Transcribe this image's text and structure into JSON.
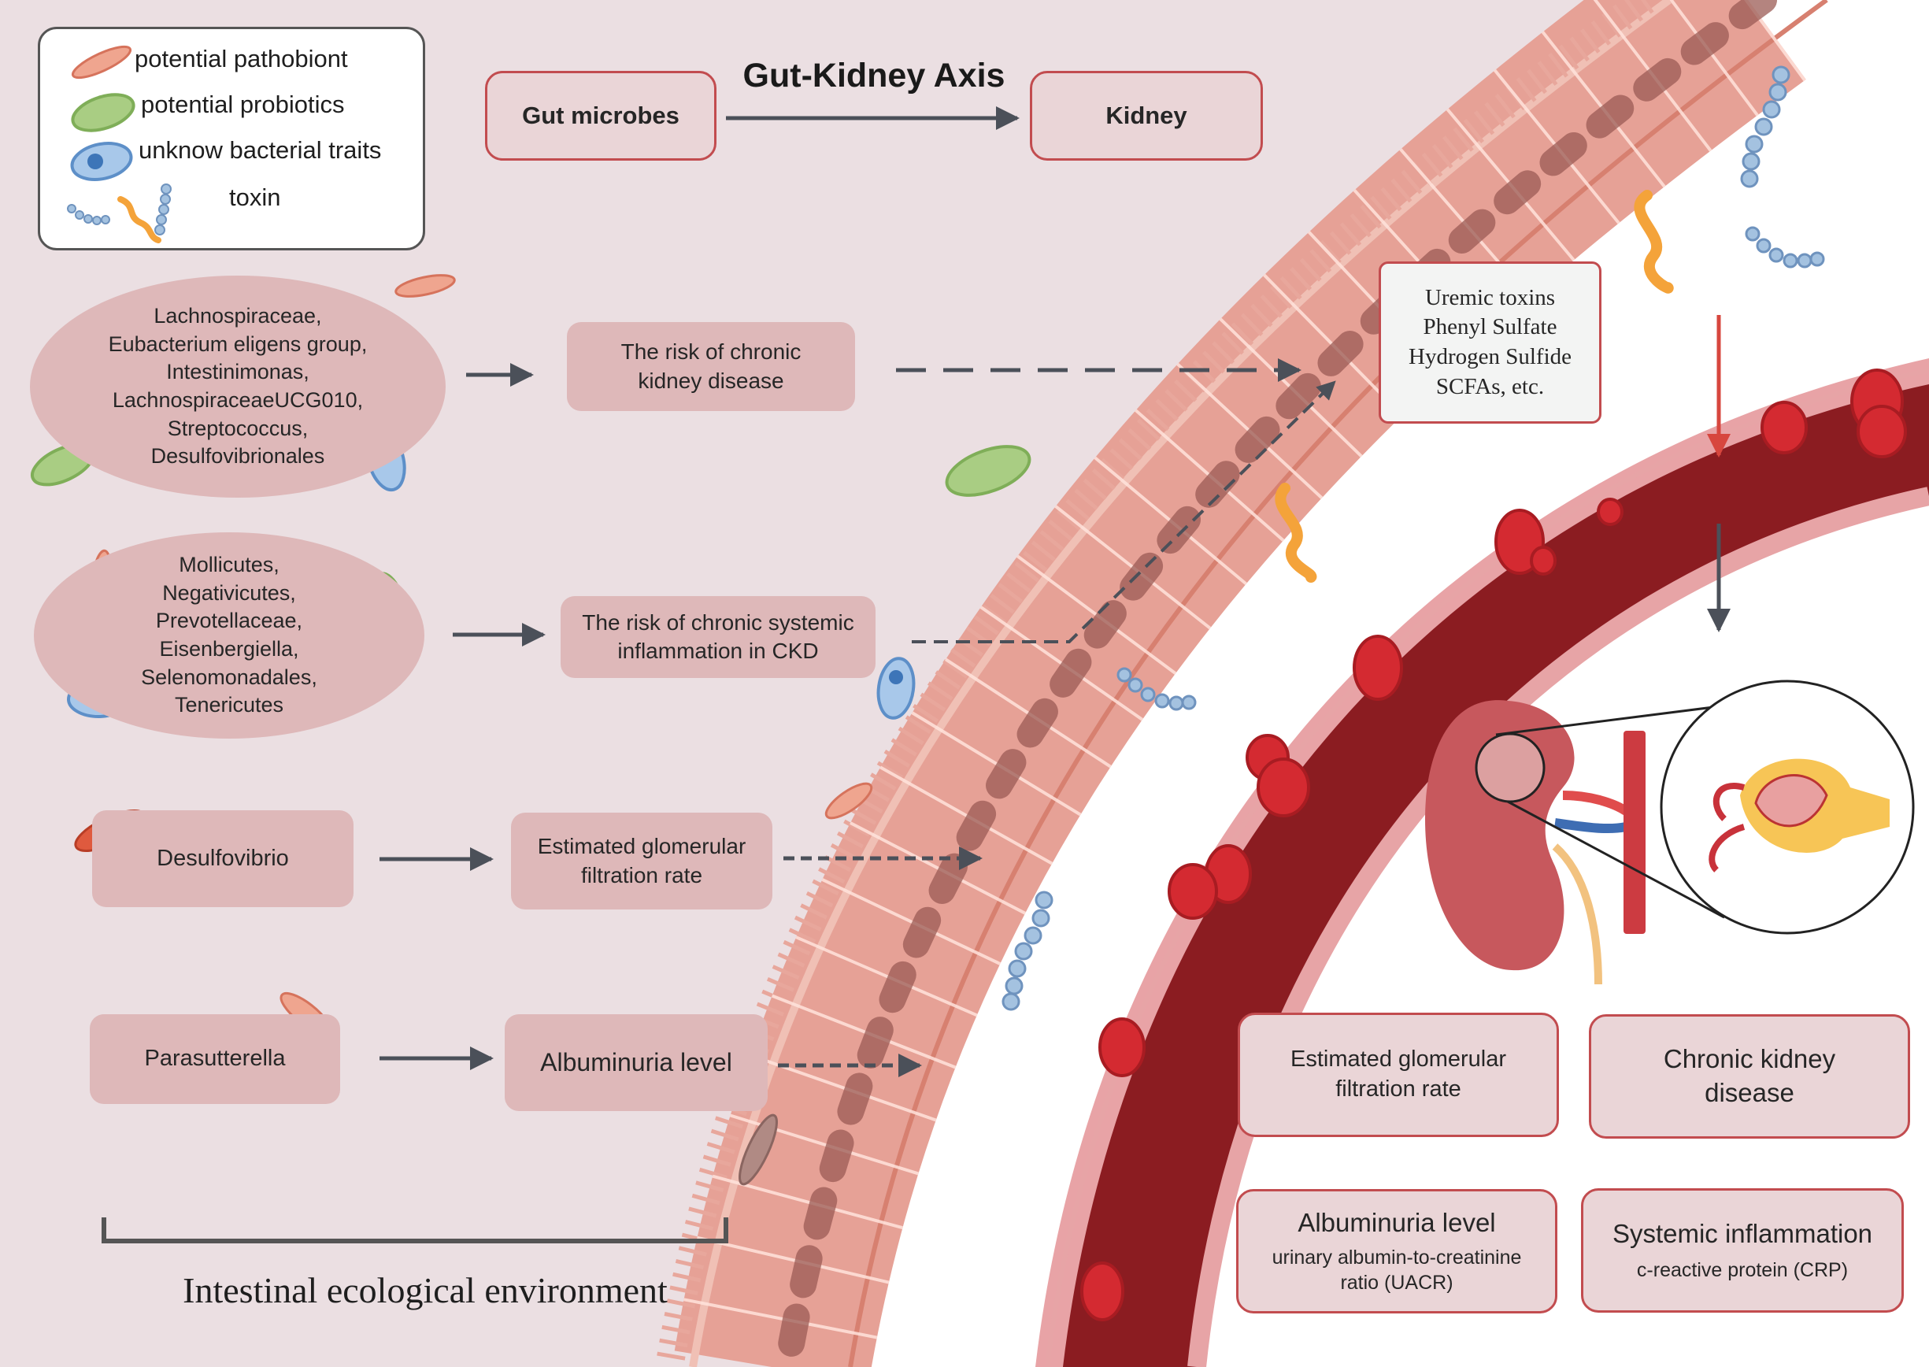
{
  "title": "Gut-Kidney Axis",
  "legend": {
    "items": [
      {
        "label": "potential pathobiont",
        "icon": "rod-bacterium-icon"
      },
      {
        "label": "potential probiotics",
        "icon": "green-bacterium-icon"
      },
      {
        "label": "unknow bacterial traits",
        "icon": "blue-cell-icon"
      },
      {
        "label": "toxin",
        "icon": "toxin-chain-icon"
      }
    ]
  },
  "header_boxes": {
    "gut": "Gut microbes",
    "kidney": "Kidney"
  },
  "groups": [
    {
      "taxa": "Lachnospiraceae,\nEubacterium eligens group,\nIntestinimonas,\nLachnospiraceaeUCG010,\nStreptococcus,\nDesulfovibrionales",
      "outcome": "The risk of chronic\nkidney disease"
    },
    {
      "taxa": "Mollicutes,\nNegativicutes,\nPrevotellaceae,\nEisenbergiella,\nSelenomonadales,\nTenericutes",
      "outcome": "The risk of  chronic systemic\ninflammation in CKD"
    },
    {
      "taxa": "Desulfovibrio",
      "outcome": "Estimated glomerular\nfiltration rate"
    },
    {
      "taxa": "Parasutterella",
      "outcome": "Albuminuria level"
    }
  ],
  "toxins_box": "Uremic toxins\nPhenyl Sulfate\nHydrogen Sulfide\nSCFAs, etc.",
  "kidney_outcomes": [
    {
      "title": "Estimated glomerular\nfiltration rate",
      "subtitle": ""
    },
    {
      "title": "Chronic kidney\ndisease",
      "subtitle": ""
    },
    {
      "title": "Albuminuria level",
      "subtitle": "urinary albumin-to-creatinine\nratio (UACR)"
    },
    {
      "title": "Systemic inflammation",
      "subtitle": "c-reactive protein (CRP)"
    }
  ],
  "caption": "Intestinal ecological environment",
  "colors": {
    "gut_background": "#ebdfe2",
    "box_pink": "#deb8b9",
    "outline_red": "#c24c4f",
    "vessel_dark": "#8b1c21",
    "vessel_wall": "#e8a3a6",
    "rbc": "#d42a31",
    "arrow": "#4b5059",
    "red_arrow": "#d7463e"
  }
}
